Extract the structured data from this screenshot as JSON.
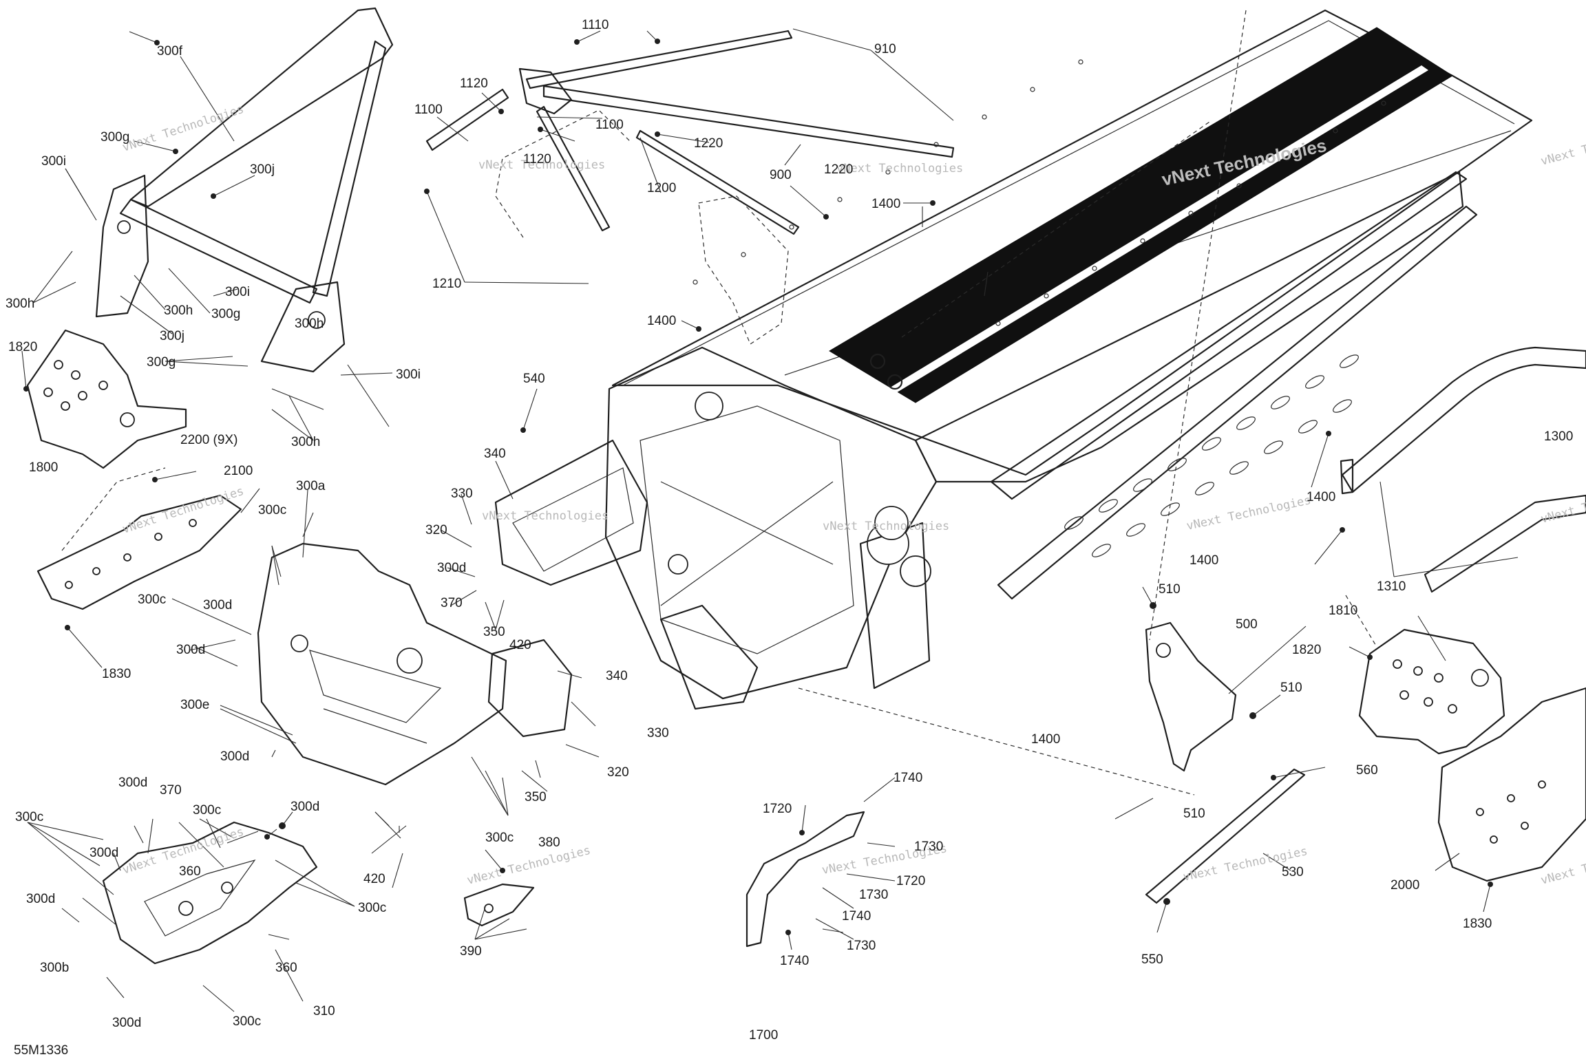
{
  "diagram_code": "55M1336",
  "watermark_text": "vNext Technologies",
  "labels": [
    "300f",
    "300g",
    "300i",
    "300j",
    "300h",
    "300h",
    "300j",
    "300g",
    "300g",
    "300i",
    "300h",
    "300h",
    "300i",
    "1820",
    "1800",
    "2200 (9X)",
    "2100",
    "1830",
    "1110",
    "910",
    "1120",
    "1100",
    "1120",
    "1100",
    "1220",
    "1200",
    "1220",
    "900",
    "1400",
    "1210",
    "1400",
    "540",
    "340",
    "330",
    "320",
    "300a",
    "300c",
    "300d",
    "370",
    "350",
    "420",
    "300c",
    "300d",
    "300d",
    "300e",
    "300d",
    "340",
    "330",
    "320",
    "350",
    "300c",
    "420",
    "300d",
    "370",
    "300c",
    "300d",
    "300c",
    "300d",
    "360",
    "300c",
    "300d",
    "300b",
    "300d",
    "300c",
    "360",
    "310",
    "380",
    "390",
    "1740",
    "1720",
    "1730",
    "1720",
    "1730",
    "1740",
    "1730",
    "1740",
    "1700",
    "1400",
    "1400",
    "1300",
    "1310",
    "1400",
    "510",
    "500",
    "510",
    "510",
    "560",
    "530",
    "550",
    "1810",
    "1820",
    "2000",
    "1830"
  ]
}
